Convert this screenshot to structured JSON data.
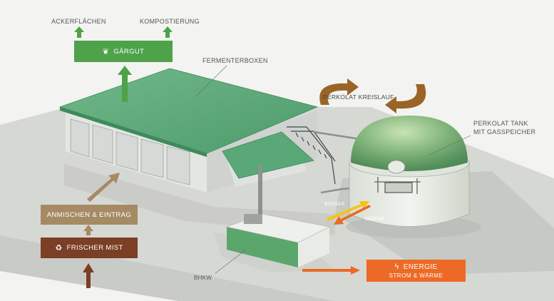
{
  "labels": {
    "ackerflaechen": "ACKERFLÄCHEN",
    "kompostierung": "KOMPOSTIERUNG",
    "fermenterboxen": "FERMENTERBOXEN",
    "perkolat_kreislauf": "PERKOLAT KREISLAUF",
    "perkolat_tank_line1": "PERKOLAT TANK",
    "perkolat_tank_line2": "MIT GASSPEICHER",
    "biogas": "BIOGAS",
    "waerme": "WÄRME",
    "bhkw": "BHKW"
  },
  "boxes": {
    "gaergut": "GÄRGUT",
    "anmischen": "ANMISCHEN & EINTRAG",
    "frischer_mist": "FRISCHER MIST",
    "energie_title": "ENERGIE",
    "energie_sub": "STROM & WÄRME"
  },
  "colors": {
    "green_box": "#4ea24a",
    "tan_box": "#a58a64",
    "brown_box": "#7a3f24",
    "orange_box": "#ec6a25",
    "roof_green": "#5aa877",
    "kreislauf_arrow": "#9a6426"
  },
  "icons": {
    "gaergut": "sprout-icon",
    "frischer_mist": "recycle-icon",
    "energie": "lightning-icon"
  }
}
